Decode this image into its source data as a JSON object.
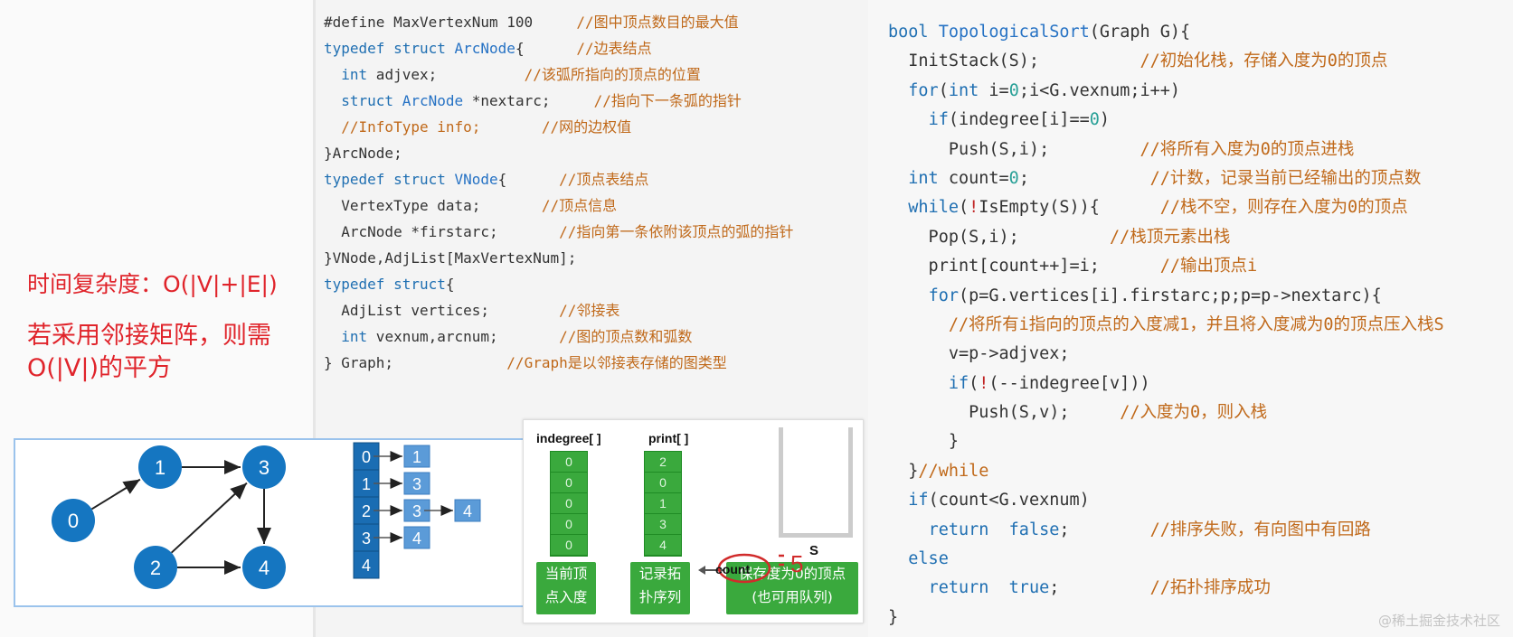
{
  "notes": {
    "complexity": "时间复杂度：O(|V|+|E|)",
    "matrix_note": "若采用邻接矩阵，则需O(|V|)的平方"
  },
  "struct_code": [
    [
      [
        "#define MaxVertexNum 100     ",
        "cm0"
      ],
      [
        "//图中顶点数目的最大值",
        "cm"
      ]
    ],
    [
      [
        "typedef struct ",
        "kw"
      ],
      [
        "ArcNode",
        "ty"
      ],
      [
        "{      ",
        ""
      ],
      [
        "//边表结点",
        "cm"
      ]
    ],
    [
      [
        "  ",
        ""
      ],
      [
        "int",
        "kw"
      ],
      [
        " adjvex;          ",
        ""
      ],
      [
        "//该弧所指向的顶点的位置",
        "cm"
      ]
    ],
    [
      [
        "  ",
        ""
      ],
      [
        "struct ",
        "kw"
      ],
      [
        "ArcNode",
        "ty"
      ],
      [
        " *nextarc;     ",
        ""
      ],
      [
        "//指向下一条弧的指针",
        "cm"
      ]
    ],
    [
      [
        "  ",
        ""
      ],
      [
        "//InfoType info;       //网的边权值",
        "cm"
      ]
    ],
    [
      [
        "}ArcNode;",
        ""
      ]
    ],
    [
      [
        "typedef struct ",
        "kw"
      ],
      [
        "VNode",
        "ty"
      ],
      [
        "{      ",
        ""
      ],
      [
        "//顶点表结点",
        "cm"
      ]
    ],
    [
      [
        "  VertexType data;       ",
        ""
      ],
      [
        "//顶点信息",
        "cm"
      ]
    ],
    [
      [
        "  ArcNode *firstarc;       ",
        ""
      ],
      [
        "//指向第一条依附该顶点的弧的指针",
        "cm"
      ]
    ],
    [
      [
        "}VNode,AdjList[MaxVertexNum];",
        ""
      ]
    ],
    [
      [
        "typedef struct",
        "kw"
      ],
      [
        "{",
        ""
      ]
    ],
    [
      [
        "  AdjList vertices;        ",
        ""
      ],
      [
        "//邻接表",
        "cm"
      ]
    ],
    [
      [
        "  ",
        ""
      ],
      [
        "int",
        "kw"
      ],
      [
        " vexnum,arcnum;       ",
        ""
      ],
      [
        "//图的顶点数和弧数",
        "cm"
      ]
    ],
    [
      [
        "} Graph;             ",
        ""
      ],
      [
        "//Graph是以邻接表存储的图类型",
        "cm"
      ]
    ]
  ],
  "algo_code": [
    [
      [
        "bool ",
        "kw"
      ],
      [
        "TopologicalSort",
        "ty"
      ],
      [
        "(Graph G){",
        ""
      ]
    ],
    [
      [
        "  InitStack(S);          ",
        ""
      ],
      [
        "//初始化栈，存储入度为0的顶点",
        "cm"
      ]
    ],
    [
      [
        "  ",
        ""
      ],
      [
        "for",
        "kw"
      ],
      [
        "(",
        ""
      ],
      [
        "int",
        "kw"
      ],
      [
        " i=",
        ""
      ],
      [
        "0",
        "num"
      ],
      [
        ";i<G.vexnum;i++)",
        ""
      ]
    ],
    [
      [
        "    ",
        ""
      ],
      [
        "if",
        "kw"
      ],
      [
        "(indegree[i]==",
        ""
      ],
      [
        "0",
        "num"
      ],
      [
        ")",
        ""
      ]
    ],
    [
      [
        "      Push(S,i);         ",
        ""
      ],
      [
        "//将所有入度为0的顶点进栈",
        "cm"
      ]
    ],
    [
      [
        "  ",
        ""
      ],
      [
        "int",
        "kw"
      ],
      [
        " count=",
        ""
      ],
      [
        "0",
        "num"
      ],
      [
        ";            ",
        ""
      ],
      [
        "//计数，记录当前已经输出的顶点数",
        "cm"
      ]
    ],
    [
      [
        "  ",
        ""
      ],
      [
        "while",
        "kw"
      ],
      [
        "(",
        ""
      ],
      [
        "!",
        "op"
      ],
      [
        "IsEmpty(S)){      ",
        ""
      ],
      [
        "//栈不空，则存在入度为0的顶点",
        "cm"
      ]
    ],
    [
      [
        "    Pop(S,i);         ",
        ""
      ],
      [
        "//栈顶元素出栈",
        "cm"
      ]
    ],
    [
      [
        "    print[count++]=i;      ",
        ""
      ],
      [
        "//输出顶点i",
        "cm"
      ]
    ],
    [
      [
        "    ",
        ""
      ],
      [
        "for",
        "kw"
      ],
      [
        "(p=G.vertices[i].firstarc;p;p=p->nextarc){",
        ""
      ]
    ],
    [
      [
        "      //将所有i指向的顶点的入度减1，并且将入度减为0的顶点压入栈S",
        "cm"
      ]
    ],
    [
      [
        "      v=p->adjvex;",
        ""
      ]
    ],
    [
      [
        "      ",
        ""
      ],
      [
        "if",
        "kw"
      ],
      [
        "(",
        ""
      ],
      [
        "!",
        "op"
      ],
      [
        "(--indegree[v]))",
        ""
      ]
    ],
    [
      [
        "        Push(S,v);     ",
        ""
      ],
      [
        "//入度为0，则入栈",
        "cm"
      ]
    ],
    [
      [
        "      }",
        ""
      ]
    ],
    [
      [
        "  }",
        ""
      ],
      [
        "//while",
        "cm"
      ]
    ],
    [
      [
        "  ",
        ""
      ],
      [
        "if",
        "kw"
      ],
      [
        "(count<G.vexnum)",
        ""
      ]
    ],
    [
      [
        "    ",
        ""
      ],
      [
        "return",
        "kw"
      ],
      [
        "  ",
        ""
      ],
      [
        "false",
        "kw"
      ],
      [
        ";        ",
        ""
      ],
      [
        "//排序失败，有向图中有回路",
        "cm"
      ]
    ],
    [
      [
        "  ",
        ""
      ],
      [
        "else",
        "kw"
      ]
    ],
    [
      [
        "    ",
        ""
      ],
      [
        "return",
        "kw"
      ],
      [
        "  ",
        ""
      ],
      [
        "true",
        "kw"
      ],
      [
        ";         ",
        ""
      ],
      [
        "//拓扑排序成功",
        "cm"
      ]
    ],
    [
      [
        "}",
        ""
      ]
    ]
  ],
  "graph": {
    "nodes": [
      {
        "id": "0",
        "label": "0"
      },
      {
        "id": "1",
        "label": "1"
      },
      {
        "id": "2",
        "label": "2"
      },
      {
        "id": "3",
        "label": "3"
      },
      {
        "id": "4",
        "label": "4"
      }
    ],
    "edges": [
      [
        "0",
        "1"
      ],
      [
        "1",
        "3"
      ],
      [
        "2",
        "3"
      ],
      [
        "2",
        "4"
      ],
      [
        "3",
        "4"
      ]
    ],
    "node_color": "#1576c1"
  },
  "adj_list": {
    "heads": [
      "0",
      "1",
      "2",
      "3",
      "4"
    ],
    "rows": [
      [
        "1"
      ],
      [
        "3"
      ],
      [
        "3",
        "4"
      ],
      [
        "4"
      ],
      []
    ],
    "head_color": "#1a6db3",
    "node_color": "#5b9bd8"
  },
  "ds": {
    "indegree_title": "indegree[ ]",
    "print_title": "print[ ]",
    "indegree": [
      "0",
      "0",
      "0",
      "0",
      "0"
    ],
    "print": [
      "2",
      "0",
      "1",
      "3",
      "4"
    ],
    "indegree_label": [
      "当前顶",
      "点入度"
    ],
    "print_label": [
      "记录拓",
      "扑序列"
    ],
    "stack_label": [
      "保存度为0的顶点",
      "(也可用队列)"
    ],
    "count_label": "count",
    "count_value": "5",
    "stack_name": "S",
    "green": "#3aa93d"
  },
  "watermark": "@稀土掘金技术社区"
}
